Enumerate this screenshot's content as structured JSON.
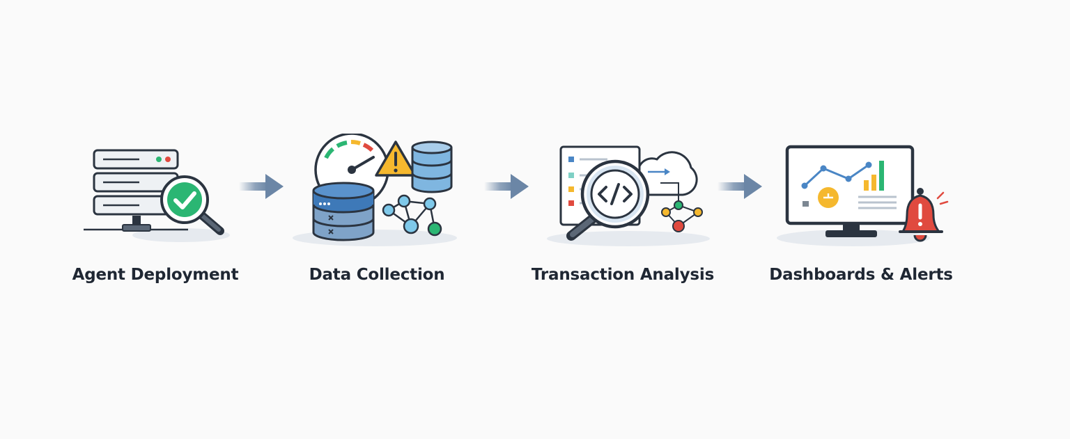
{
  "steps": [
    {
      "label": "Agent Deployment",
      "icon": "server-magnifier-check-icon"
    },
    {
      "label": "Data Collection",
      "icon": "gauge-database-network-icon"
    },
    {
      "label": "Transaction Analysis",
      "icon": "code-magnifier-cloud-icon"
    },
    {
      "label": "Dashboards & Alerts",
      "icon": "monitor-chart-bell-icon"
    }
  ],
  "colors": {
    "outline": "#2b3440",
    "blue": "#4a86c5",
    "lightblue": "#7fb6e0",
    "green": "#2bb673",
    "red": "#e04a3f",
    "amber": "#f5b82e",
    "arrow": "#6b86a6"
  }
}
